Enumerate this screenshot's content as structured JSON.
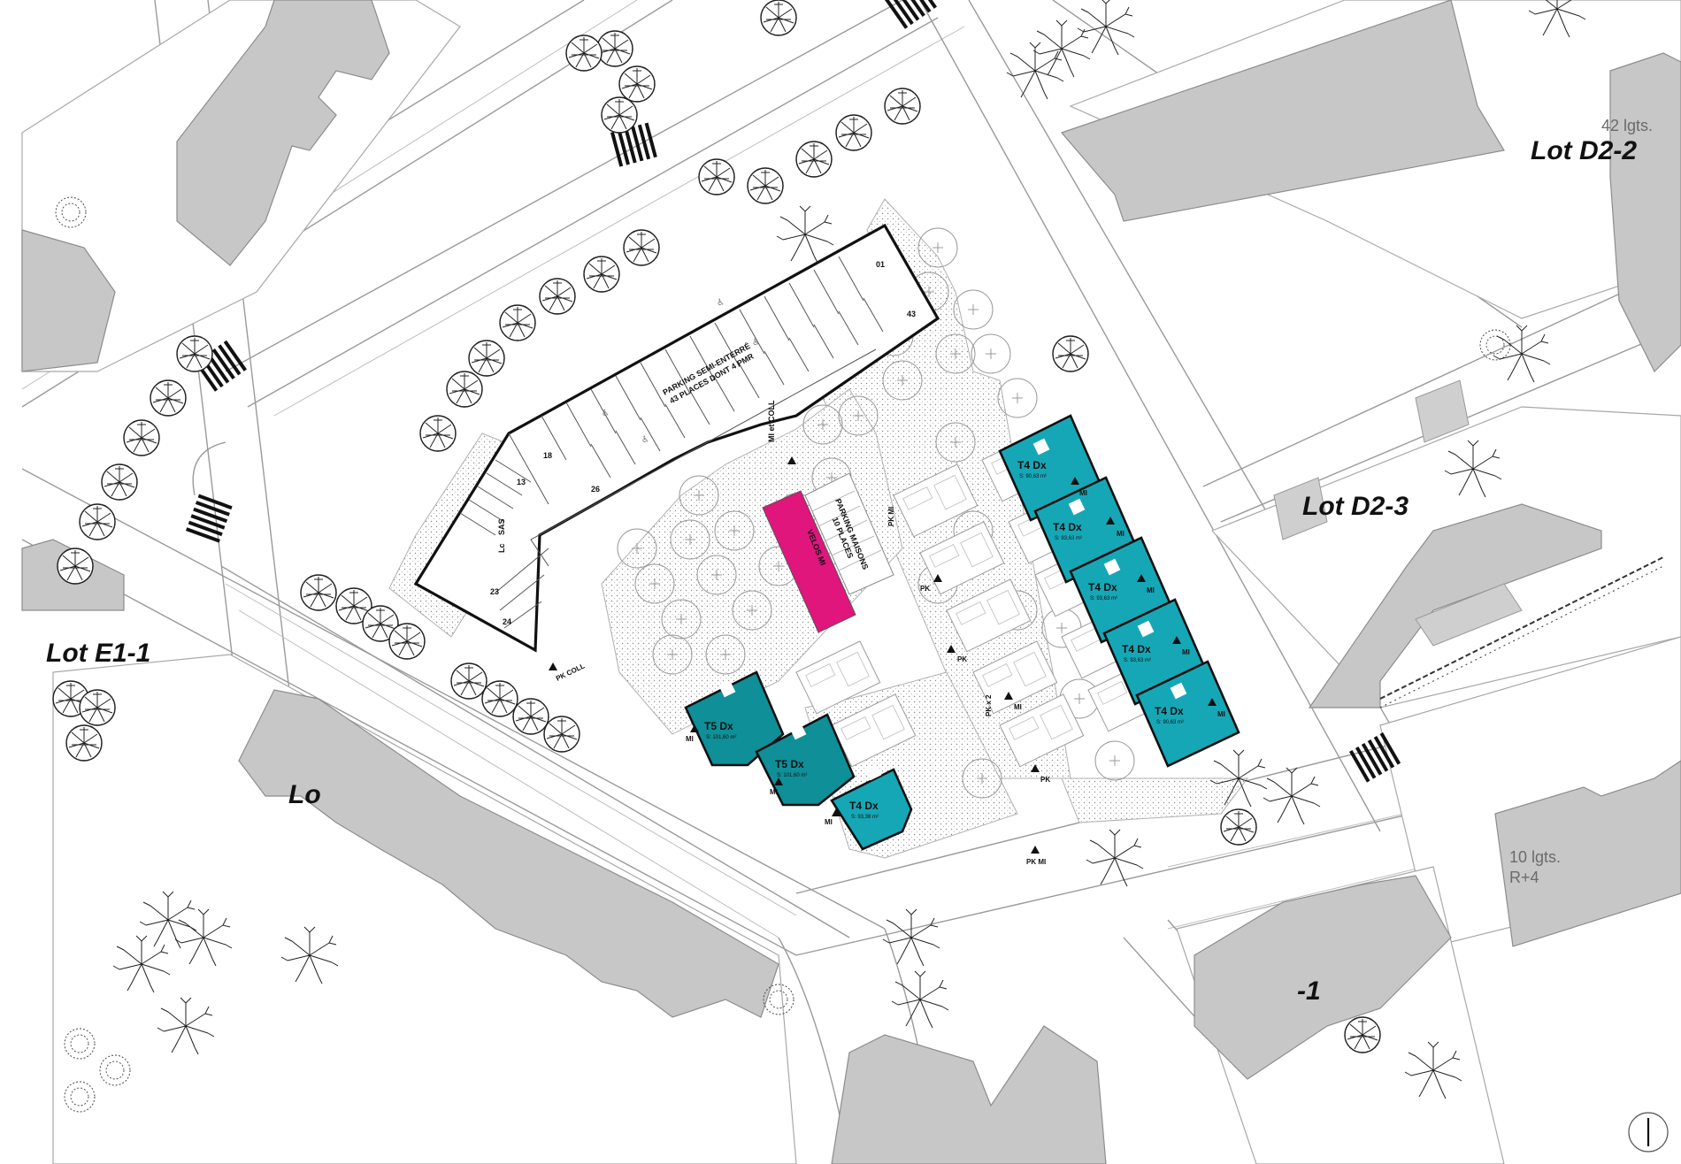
{
  "colors": {
    "accent_teal": "#16a7b6",
    "accent_teal_dark": "#0f8f98",
    "accent_magenta": "#e0167c",
    "building_grey": "#c7c7c7"
  },
  "lots": {
    "d2_2": "Lot D2-2",
    "d2_3": "Lot D2-3",
    "e1_1": "Lot E1-1",
    "partial_bottom_left": "Lo",
    "partial_bottom_right": "-1"
  },
  "notes": {
    "d2_2_units": "42 lgts.",
    "right_units": "10 lgts.",
    "right_floors": "R+4"
  },
  "parking": {
    "title_line1": "PARKING SEMI-ENTERRÉ",
    "title_line2": "43 PLACES DONT 4 PMR",
    "mi_coll": "MI et COLL",
    "lc": "Lc",
    "sas": "SAS",
    "stall_numbers": [
      "01",
      "43",
      "18",
      "13",
      "26",
      "23",
      "24"
    ]
  },
  "bike": {
    "label": "VELOS MI"
  },
  "parking_maisons": {
    "line1": "PARKING MAISONS",
    "line2": "10 PLACES"
  },
  "markers": {
    "pk_coll": "PK COLL",
    "pk_mi": "PK MI",
    "pk_mi_alt": "PK MI",
    "pk_x2": "PK x 2",
    "pk": "PK",
    "mi": "MI"
  },
  "units": [
    {
      "type": "T4 Dx",
      "area": "S: 90,63 m²"
    },
    {
      "type": "T4 Dx",
      "area": "S: 93,63 m²"
    },
    {
      "type": "T4 Dx",
      "area": "S: 93,63 m²"
    },
    {
      "type": "T4 Dx",
      "area": "S: 93,63 m²"
    },
    {
      "type": "T4 Dx",
      "area": "S: 90,63 m²"
    },
    {
      "type": "T5 Dx",
      "area": "S: 101,60 m²"
    },
    {
      "type": "T5 Dx",
      "area": "S: 101,60 m²"
    },
    {
      "type": "T4 Dx",
      "area": "S: 93,38 m²"
    }
  ],
  "icons": [
    "north-arrow-icon",
    "tree-icon",
    "crosswalk-icon",
    "accessible-parking-icon",
    "arrow-marker-icon"
  ]
}
